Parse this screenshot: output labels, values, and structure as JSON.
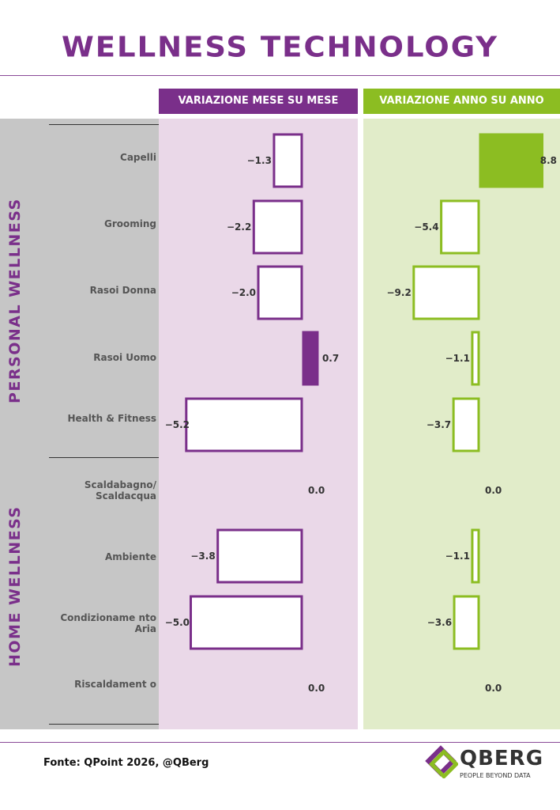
{
  "title": "WELLNESS TECHNOLOGY",
  "headers": {
    "mom": "VARIAZIONE MESE SU MESE",
    "yoy": "VARIAZIONE ANNO SU ANNO"
  },
  "groups": [
    "PERSONAL WELLNESS",
    "HOME WELLNESS"
  ],
  "source": "Fonte: QPoint 2026, @QBerg",
  "logo": {
    "name": "QBERG",
    "tagline": "PEOPLE BEYOND DATA"
  },
  "colors": {
    "mom": "#7a2f8a",
    "yoy": "#8cbd22",
    "mom_bg": "#ead8e8",
    "yoy_bg": "#e1ecc9",
    "label_bg": "#c6c6c6"
  },
  "chart_data": {
    "type": "bar",
    "orientation": "horizontal",
    "categories": [
      "Capelli",
      "Grooming",
      "Rasoi Donna",
      "Rasoi Uomo",
      "Health & Fitness",
      "Scaldabagno/ Scaldacqua",
      "Ambiente",
      "Condizioname nto Aria",
      "Riscaldament o"
    ],
    "category_groups": [
      "PERSONAL WELLNESS",
      "PERSONAL WELLNESS",
      "PERSONAL WELLNESS",
      "PERSONAL WELLNESS",
      "PERSONAL WELLNESS",
      "HOME WELLNESS",
      "HOME WELLNESS",
      "HOME WELLNESS",
      "HOME WELLNESS"
    ],
    "series": [
      {
        "name": "VARIAZIONE MESE SU MESE",
        "values": [
          -1.3,
          -2.2,
          -2.0,
          0.7,
          -5.2,
          0.0,
          -3.8,
          -5.0,
          0.0
        ],
        "labels": [
          "−1.3",
          "−2.2",
          "−2.0",
          "0.7",
          "−5.2",
          "0.0",
          "−3.8",
          "−5.0",
          "0.0"
        ]
      },
      {
        "name": "VARIAZIONE ANNO SU ANNO",
        "values": [
          8.8,
          -5.4,
          -9.2,
          -1.1,
          -3.7,
          0.0,
          -1.1,
          -3.6,
          0.0
        ],
        "labels": [
          "8.8",
          "−5.4",
          "−9.2",
          "−1.1",
          "−3.7",
          "0.0",
          "−1.1",
          "−3.6",
          "0.0"
        ]
      }
    ]
  }
}
